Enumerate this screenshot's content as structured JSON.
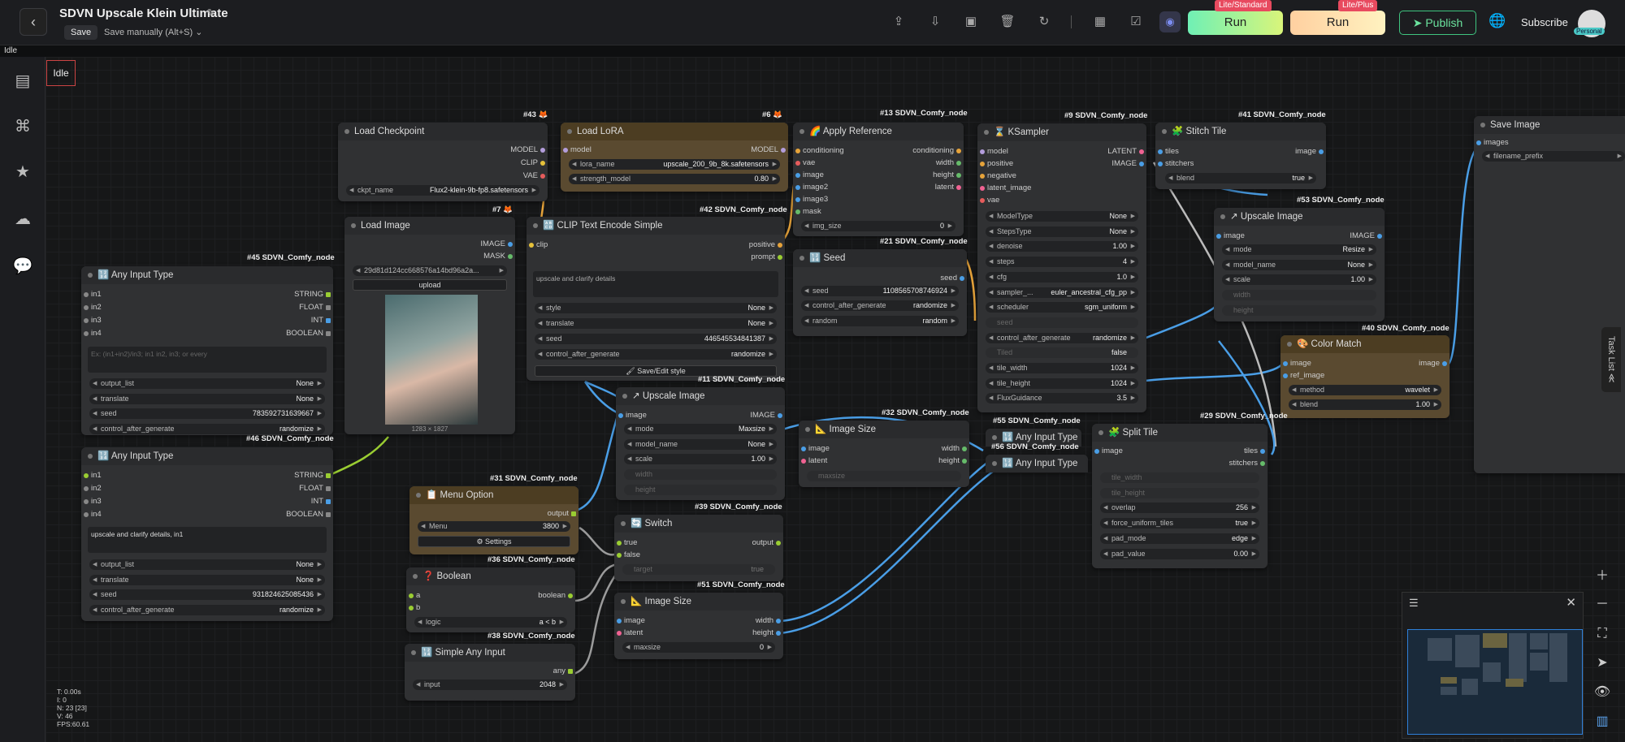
{
  "app": {
    "title": "SDVN Upscale Klein Ultimate",
    "save": "Save",
    "save_mode": "Save manually (Alt+S)",
    "status": "Idle"
  },
  "toolbar": {
    "run1": "Run",
    "run1_tag": "Lite/Standard",
    "run2": "Run",
    "run2_tag": "Lite/Plus",
    "publish": "Publish",
    "subscribe": "Subscribe",
    "avatar_tag": "Personal"
  },
  "canvas": {
    "idle": "Idle",
    "task_list": "Task List ≪"
  },
  "stats": [
    "T: 0.00s",
    "I: 0",
    "N: 23 [23]",
    "V: 46",
    "FPS:60.61"
  ],
  "nodes": {
    "load_checkpoint": {
      "title": "Load Checkpoint",
      "tag": "#43 🦊",
      "outputs": [
        "MODEL",
        "CLIP",
        "VAE"
      ],
      "ckpt_label": "ckpt_name",
      "ckpt_value": "Flux2-klein-9b-fp8.safetensors"
    },
    "load_lora": {
      "title": "Load LoRA",
      "tag": "#6 🦊",
      "in": "model",
      "out": "MODEL",
      "lora_label": "lora_name",
      "lora_value": "upscale_200_9b_8k.safetensors",
      "strength_label": "strength_model",
      "strength_value": "0.80"
    },
    "apply_ref": {
      "title": "Apply Reference",
      "tag": "#13 SDVN_Comfy_node",
      "inputs": [
        "conditioning",
        "vae",
        "image",
        "image2",
        "image3",
        "mask"
      ],
      "outputs": [
        "conditioning",
        "width",
        "height",
        "latent"
      ],
      "img_size_label": "img_size",
      "img_size_value": "0"
    },
    "ksampler": {
      "title": "KSampler",
      "tag": "#9 SDVN_Comfy_node",
      "inputs": [
        "model",
        "positive",
        "negative",
        "latent_image",
        "vae"
      ],
      "outputs": [
        "LATENT",
        "IMAGE"
      ],
      "widgets": [
        [
          "ModelType",
          "None"
        ],
        [
          "StepsType",
          "None"
        ],
        [
          "denoise",
          "1.00"
        ],
        [
          "steps",
          "4"
        ],
        [
          "cfg",
          "1.0"
        ],
        [
          "sampler_...",
          "euler_ancestral_cfg_pp"
        ],
        [
          "scheduler",
          "sgm_uniform"
        ],
        [
          "seed",
          ""
        ],
        [
          "control_after_generate",
          "randomize"
        ],
        [
          "Tiled",
          "false"
        ],
        [
          "tile_width",
          "1024"
        ],
        [
          "tile_height",
          "1024"
        ],
        [
          "FluxGuidance",
          "3.5"
        ]
      ]
    },
    "stitch": {
      "title": "Stitch Tile",
      "tag": "#41 SDVN_Comfy_node",
      "inputs": [
        "tiles",
        "stitchers"
      ],
      "out": "image",
      "blend_label": "blend",
      "blend_value": "true"
    },
    "save_image": {
      "title": "Save Image",
      "in": "images",
      "prefix": "filename_prefix"
    },
    "upscale2": {
      "title": "Upscale Image",
      "tag": "#53 SDVN_Comfy_node",
      "in": "image",
      "out": "IMAGE",
      "widgets": [
        [
          "mode",
          "Resize"
        ],
        [
          "model_name",
          "None"
        ],
        [
          "scale",
          "1.00"
        ],
        [
          "width",
          ""
        ],
        [
          "height",
          ""
        ]
      ]
    },
    "color_match": {
      "title": "Color Match",
      "tag": "#40 SDVN_Comfy_node",
      "inputs": [
        "image",
        "ref_image"
      ],
      "out": "image",
      "widgets": [
        [
          "method",
          "wavelet"
        ],
        [
          "blend",
          "1.00"
        ]
      ]
    },
    "any45": {
      "title": "Any Input Type",
      "tag": "#45 SDVN_Comfy_node",
      "inputs": [
        "in1",
        "in2",
        "in3",
        "in4"
      ],
      "outputs": [
        "STRING",
        "FLOAT",
        "INT",
        "BOOLEAN"
      ],
      "placeholder": "Ex: (in1+in2)/in3; in1 in2, in3; or every",
      "widgets": [
        [
          "output_list",
          "None"
        ],
        [
          "translate",
          "None"
        ],
        [
          "seed",
          "783592731639667"
        ],
        [
          "control_after_generate",
          "randomize"
        ]
      ]
    },
    "any46": {
      "title": "Any Input Type",
      "tag": "#46 SDVN_Comfy_node",
      "inputs": [
        "in1",
        "in2",
        "in3",
        "in4"
      ],
      "outputs": [
        "STRING",
        "FLOAT",
        "INT",
        "BOOLEAN"
      ],
      "text": "upscale and clarify details, in1",
      "widgets": [
        [
          "output_list",
          "None"
        ],
        [
          "translate",
          "None"
        ],
        [
          "seed",
          "931824625085436"
        ],
        [
          "control_after_generate",
          "randomize"
        ]
      ]
    },
    "load_image": {
      "title": "Load Image",
      "tag": "#7 🦊",
      "outputs": [
        "IMAGE",
        "MASK"
      ],
      "file": "29d81d124cc668576a14bd96a2a...",
      "upload": "upload",
      "dims": "1283 × 1827"
    },
    "clip": {
      "title": "CLIP Text Encode Simple",
      "tag": "#42 SDVN_Comfy_node",
      "in": "clip",
      "outputs": [
        "positive",
        "prompt"
      ],
      "text": "upscale and clarify details",
      "widgets": [
        [
          "style",
          "None"
        ],
        [
          "translate",
          "None"
        ],
        [
          "seed",
          "446545534841387"
        ],
        [
          "control_after_generate",
          "randomize"
        ]
      ],
      "button": "🖌 Save/Edit style"
    },
    "seed": {
      "title": "Seed",
      "tag": "#21 SDVN_Comfy_node",
      "out": "seed",
      "widgets": [
        [
          "seed",
          "1108565708746924"
        ],
        [
          "control_after_generate",
          "randomize"
        ]
      ],
      "random_label": "random",
      "random_value": "random"
    },
    "upscale1": {
      "title": "Upscale Image",
      "tag": "#11 SDVN_Comfy_node",
      "in": "image",
      "out": "IMAGE",
      "widgets": [
        [
          "mode",
          "Maxsize"
        ],
        [
          "model_name",
          "None"
        ],
        [
          "scale",
          "1.00"
        ],
        [
          "width",
          ""
        ],
        [
          "height",
          ""
        ]
      ]
    },
    "image_size1": {
      "title": "Image Size",
      "tag": "#32 SDVN_Comfy_node",
      "inputs": [
        "image",
        "latent"
      ],
      "outputs": [
        "width",
        "height"
      ],
      "maxsize": "maxsize"
    },
    "any55": {
      "title": "Any Input Type",
      "tag": "#55 SDVN_Comfy_node"
    },
    "any56": {
      "title": "Any Input Type",
      "tag": "#56 SDVN_Comfy_node"
    },
    "split": {
      "title": "Split Tile",
      "tag": "#29 SDVN_Comfy_node",
      "in": "image",
      "outputs": [
        "tiles",
        "stitchers"
      ],
      "widgets": [
        [
          "tile_width",
          ""
        ],
        [
          "tile_height",
          ""
        ],
        [
          "overlap",
          "256"
        ],
        [
          "force_uniform_tiles",
          "true"
        ],
        [
          "pad_mode",
          "edge"
        ],
        [
          "pad_value",
          "0.00"
        ]
      ]
    },
    "menu": {
      "title": "Menu Option",
      "tag": "#31 SDVN_Comfy_node",
      "out": "output",
      "menu_label": "Menu",
      "menu_value": "3800",
      "settings": "⚙ Settings"
    },
    "switch": {
      "title": "Switch",
      "tag": "#39 SDVN_Comfy_node",
      "inputs": [
        "true",
        "false",
        "target"
      ],
      "out": "output",
      "target_value": "true"
    },
    "boolean": {
      "title": "Boolean",
      "tag": "#36 SDVN_Comfy_node",
      "inputs": [
        "a",
        "b"
      ],
      "out": "boolean",
      "logic_label": "logic",
      "logic_value": "a < b"
    },
    "image_size2": {
      "title": "Image Size",
      "tag": "#51 SDVN_Comfy_node",
      "inputs": [
        "image",
        "latent"
      ],
      "outputs": [
        "width",
        "height"
      ],
      "maxsize_label": "maxsize",
      "maxsize_value": "0"
    },
    "simple_any": {
      "title": "Simple Any Input",
      "tag": "#38 SDVN_Comfy_node",
      "out": "any",
      "input_label": "input",
      "input_value": "2048"
    }
  }
}
